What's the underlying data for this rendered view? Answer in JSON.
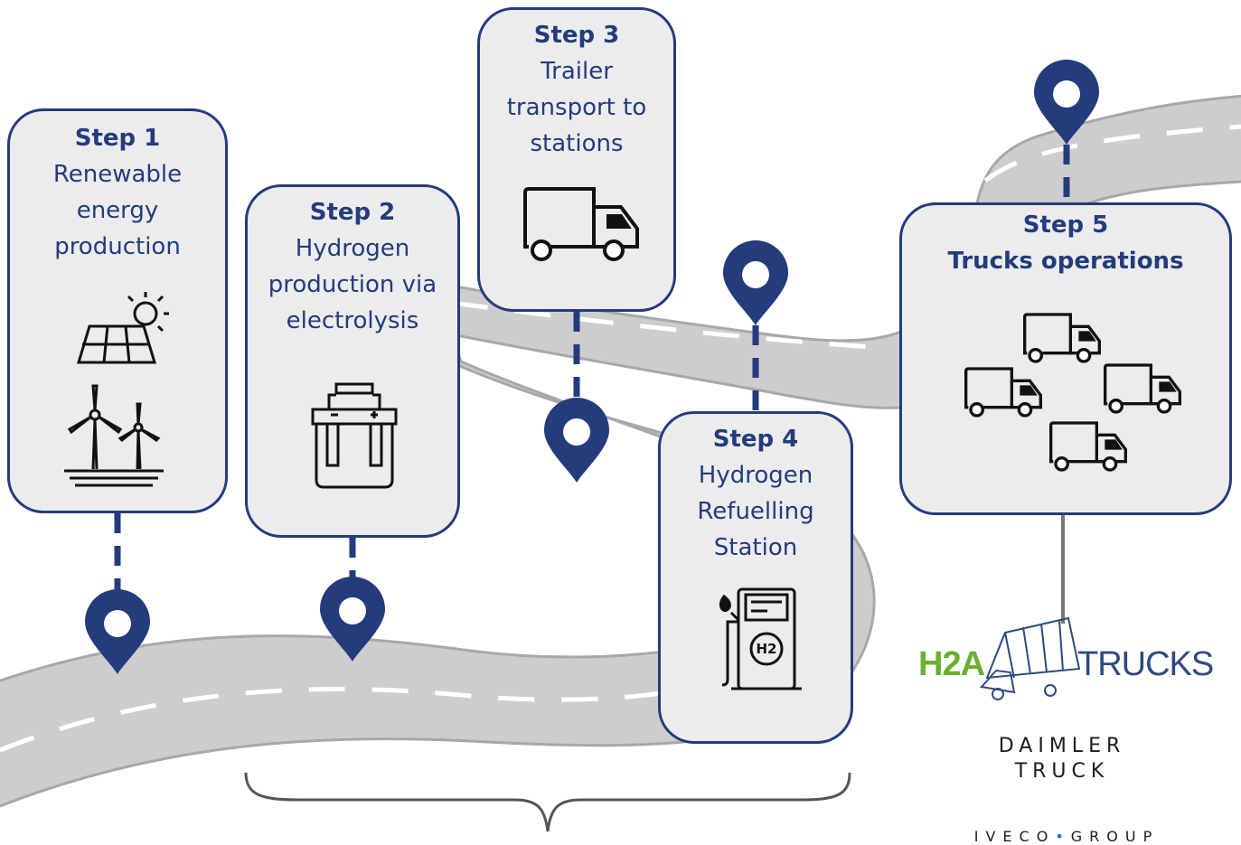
{
  "steps": [
    {
      "step": "Step 1",
      "desc": "Renewable\nenergy\nproduction",
      "icons": [
        "solar-panel-icon",
        "wind-turbine-icon"
      ]
    },
    {
      "step": "Step 2",
      "desc": "Hydrogen\nproduction via\nelectrolysis",
      "icons": [
        "electrolyzer-icon"
      ]
    },
    {
      "step": "Step 3",
      "desc": "Trailer\ntransport to\nstations",
      "icons": [
        "truck-icon"
      ]
    },
    {
      "step": "Step 4",
      "desc": "Hydrogen\nRefuelling\nStation",
      "icons": [
        "h2-fuel-pump-icon"
      ]
    },
    {
      "step": "Step 5",
      "desc": "Trucks operations",
      "icons": [
        "truck-icon",
        "truck-icon",
        "truck-icon",
        "truck-icon"
      ]
    }
  ],
  "pump_label": "H2",
  "logos": {
    "h2a_prefix": "H2A",
    "h2a_suffix": "TRUCKS",
    "daimler_line1": "DAIMLER",
    "daimler_line2": "TRUCK",
    "iveco_left": "IVECO",
    "iveco_dot": "•",
    "iveco_right": "GROUP"
  },
  "colors": {
    "navy": "#243b7c",
    "road": "#c9c9c9",
    "road_edge": "#9e9e9e",
    "card_fill": "#ececed",
    "h2a_green": "#69b02e"
  }
}
